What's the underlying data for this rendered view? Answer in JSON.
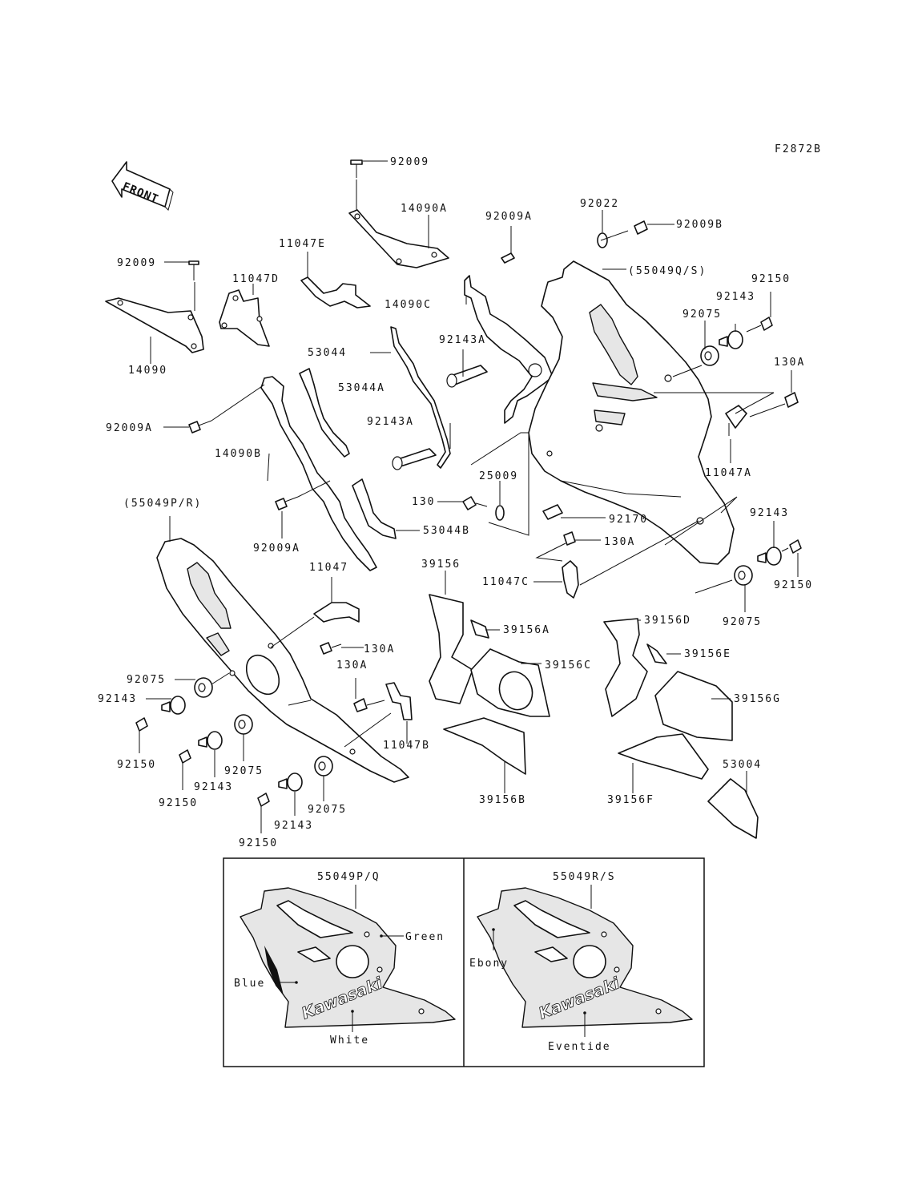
{
  "diagram_code": "F2872B",
  "front_arrow_label": "FRONT",
  "parts": {
    "p92009_top": "92009",
    "p14090A": "14090A",
    "p92009A_top": "92009A",
    "p92022": "92022",
    "p92009B": "92009B",
    "p55049QS": "(55049Q/S)",
    "p11047E": "11047E",
    "p92009_left": "92009",
    "p11047D": "11047D",
    "p14090C": "14090C",
    "p92150_r1": "92150",
    "p92143_r1": "92143",
    "p92075_r1": "92075",
    "p92143A_1": "92143A",
    "p53044": "53044",
    "p14090": "14090",
    "p130A_r": "130A",
    "p53044A": "53044A",
    "p92143A_2": "92143A",
    "p92009A_l": "92009A",
    "p11047A": "11047A",
    "p14090B": "14090B",
    "p25009": "25009",
    "p130": "130",
    "p92170": "92170",
    "p55049PR": "(55049P/R)",
    "p92143_r2": "92143",
    "p92009A_b": "92009A",
    "p53044B": "53044B",
    "p130A_m": "130A",
    "p11047": "11047",
    "p39156": "39156",
    "p11047C": "11047C",
    "p92150_r2": "92150",
    "p39156A": "39156A",
    "p92075_r2": "92075",
    "p39156D": "39156D",
    "p130A_c": "130A",
    "p130A_c2": "130A",
    "p39156C": "39156C",
    "p39156E": "39156E",
    "p92075_l": "92075",
    "p92143_l": "92143",
    "p39156G": "39156G",
    "p11047B": "11047B",
    "p92150_l1": "92150",
    "p92075_c": "92075",
    "p92143_c": "92143",
    "p53004": "53004",
    "p92150_l2": "92150",
    "p92075_c2": "92075",
    "p39156B": "39156B",
    "p39156F": "39156F",
    "p92143_c2": "92143",
    "p92150_c": "92150"
  },
  "inset_left": {
    "part": "55049P/Q",
    "colors": [
      "Green",
      "Blue",
      "White"
    ],
    "logo": "Kawasaki"
  },
  "inset_right": {
    "part": "55049R/S",
    "colors": [
      "Ebony",
      "Eventide"
    ],
    "logo": "Kawasaki"
  }
}
